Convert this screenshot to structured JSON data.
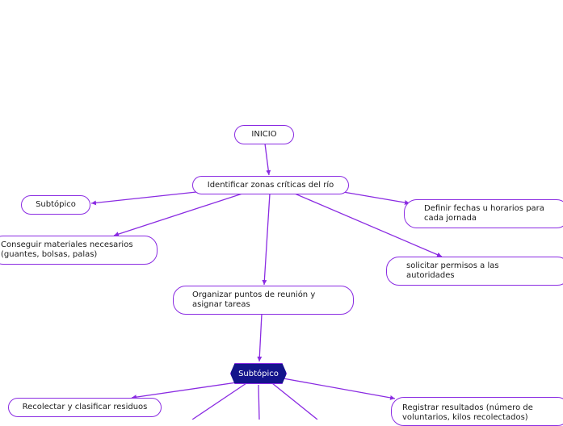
{
  "colors": {
    "line": "#8a2be2",
    "hub_fill": "#14148c"
  },
  "nodes": {
    "inicio": "INICIO",
    "identificar": "Identificar zonas críticas del río",
    "subtopico_left": "Subtópico",
    "definir": "Definir fechas u horarios para\ncada jornada",
    "conseguir": "Conseguir materiales necesarios\n(guantes, bolsas, palas)",
    "solicitar": "solicitar permisos a las\nautoridades",
    "organizar": "Organizar puntos de reunión y\nasignar tareas",
    "hub": "Subtópico",
    "recolectar": "Recolectar y clasificar residuos",
    "registrar": "Registrar resultados (número de\nvoluntarios, kilos recolectados)"
  }
}
